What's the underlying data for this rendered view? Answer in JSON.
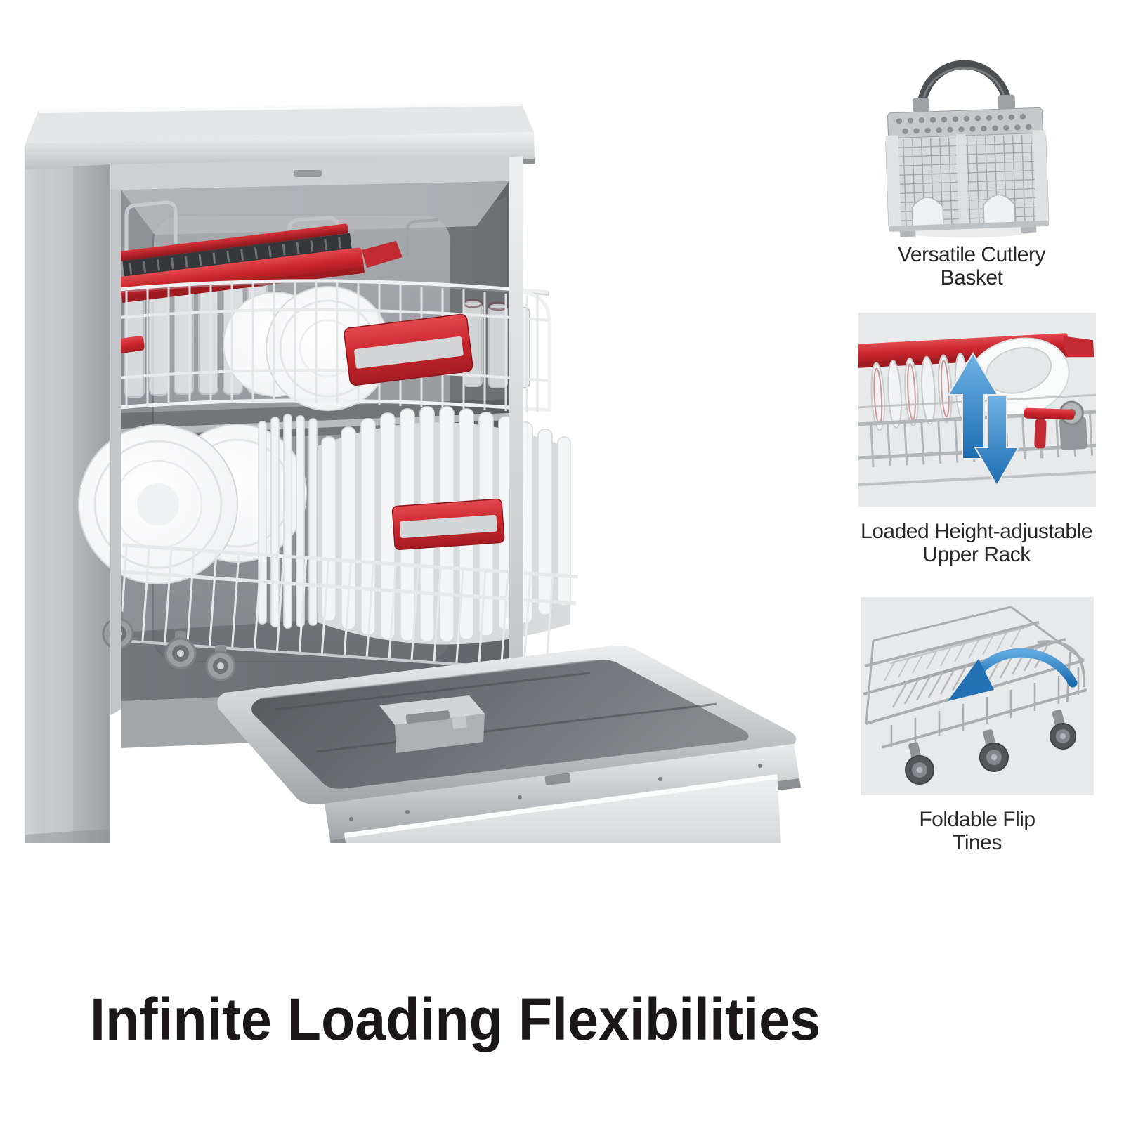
{
  "headline": {
    "text": "Infinite Loading Flexibilities"
  },
  "callouts": [
    {
      "caption_line1": "Versatile Cutlery",
      "caption_line2": "Basket"
    },
    {
      "caption_line1": "Loaded Height-adjustable",
      "caption_line2": "Upper Rack"
    },
    {
      "caption_line1": "Foldable Flip",
      "caption_line2": "Tines"
    }
  ],
  "colors": {
    "accent_red": "#c9252c",
    "arrow_blue": "#2f7fc3",
    "caption_text": "#2b2728",
    "headline_text": "#1b1718",
    "callout_background": "#e8e9ea",
    "metal_silver": "#c6c9cc",
    "page_background": "#ffffff"
  }
}
